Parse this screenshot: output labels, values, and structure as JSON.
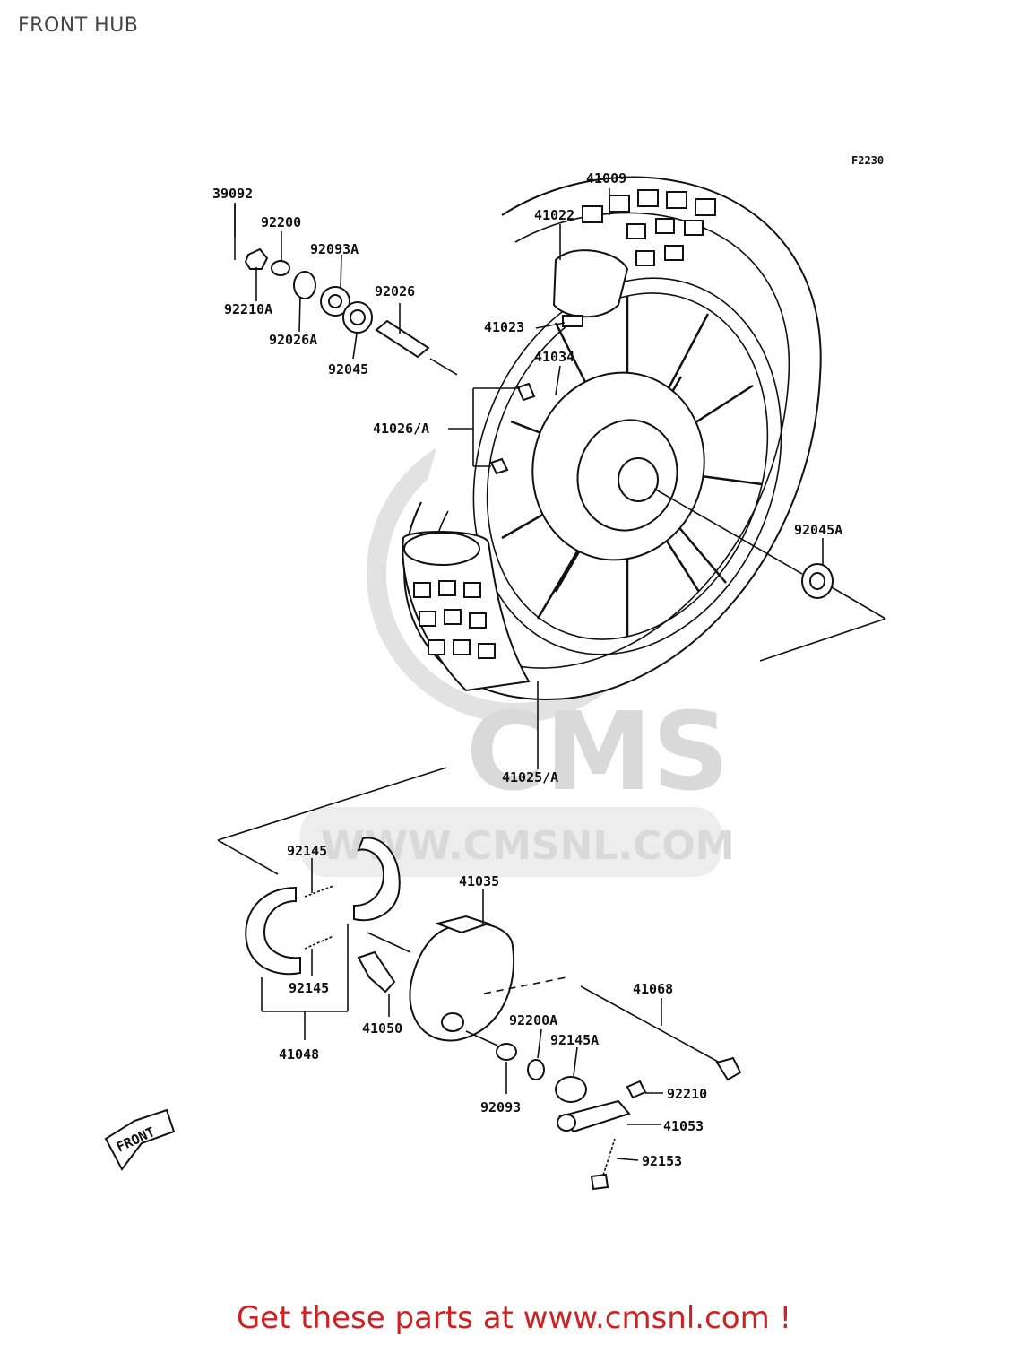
{
  "title": "FRONT HUB",
  "figure_code": "F2230",
  "footer": "Get these parts at www.cmsnl.com !",
  "watermark": {
    "logo": "CMS",
    "url": "WWW.CMSNL.COM"
  },
  "front_arrow": "FRONT",
  "callouts": {
    "p39092": "39092",
    "p92200": "92200",
    "p92093A": "92093A",
    "p92210A": "92210A",
    "p92026A": "92026A",
    "p92026": "92026",
    "p92045": "92045",
    "p41009": "41009",
    "p41022": "41022",
    "p41023": "41023",
    "p41034": "41034",
    "p41026A": "41026/A",
    "p92045A": "92045A",
    "p41025A": "41025/A",
    "p92145a": "92145",
    "p92145b": "92145",
    "p41035": "41035",
    "p41068": "41068",
    "p41048": "41048",
    "p41050": "41050",
    "p92200A": "92200A",
    "p92145A": "92145A",
    "p92093": "92093",
    "p92210": "92210",
    "p41053": "41053",
    "p92153": "92153"
  }
}
